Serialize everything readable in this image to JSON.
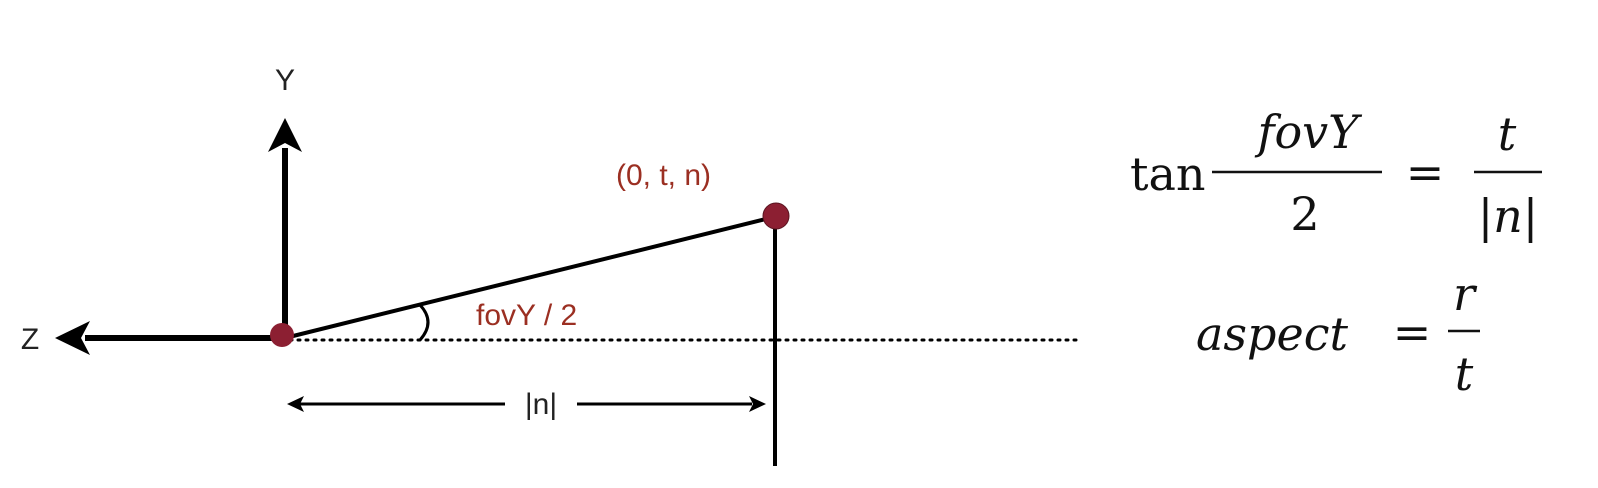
{
  "diagram": {
    "axis_y_label": "Y",
    "axis_z_label": "Z",
    "point_label": "(0, t, n)",
    "angle_label": "fovY / 2",
    "distance_label": "|n|",
    "colors": {
      "stroke": "#000000",
      "accent": "#9b2f22",
      "point_fill": "#8c1f32"
    }
  },
  "equations": {
    "eq1": {
      "fn": "tan",
      "lhs_numerator": "fovY",
      "lhs_denominator": "2",
      "equals": "=",
      "rhs_numerator": "t",
      "rhs_denominator": "|n|"
    },
    "eq2": {
      "lhs": "aspect",
      "equals": "=",
      "rhs_numerator": "r",
      "rhs_denominator": "t"
    }
  }
}
